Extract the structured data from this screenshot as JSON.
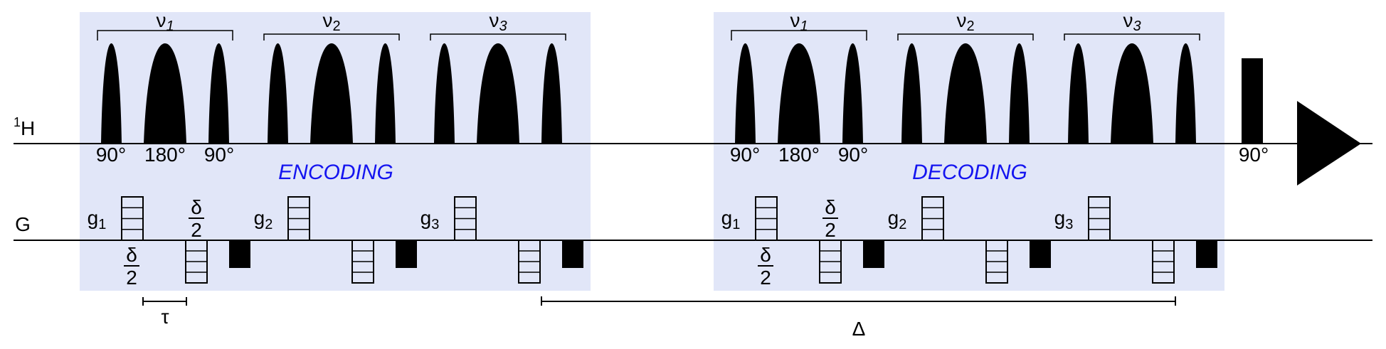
{
  "channels": {
    "proton_base": "H",
    "proton_sup": "1",
    "gradient": "G"
  },
  "groups": [
    {
      "symbol": "ν",
      "sub": "1"
    },
    {
      "symbol": "ν",
      "sub": "2"
    },
    {
      "symbol": "ν",
      "sub": "3"
    }
  ],
  "angles": [
    "90°",
    "180°",
    "90°"
  ],
  "hard_pulse_angle": "90°",
  "blocks": [
    "ENCODING",
    "DECODING"
  ],
  "gradients": [
    {
      "base": "g",
      "sub": "1"
    },
    {
      "base": "g",
      "sub": "2"
    },
    {
      "base": "g",
      "sub": "3"
    }
  ],
  "delta_frac": {
    "num": "δ",
    "den": "2"
  },
  "tau": "τ",
  "big_delta": "Δ",
  "colors": {
    "block_bg": "#e1e6f8",
    "block_text": "#1414f0",
    "ink": "#000000"
  }
}
